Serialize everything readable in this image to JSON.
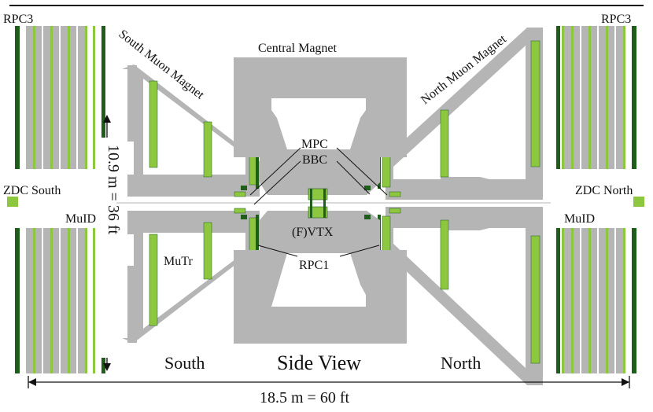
{
  "labels": {
    "rpc3_left": "RPC3",
    "rpc3_right": "RPC3",
    "south_muon_magnet": "South Muon Magnet",
    "north_muon_magnet": "North Muon Magnet",
    "central_magnet": "Central Magnet",
    "mpc": "MPC",
    "bbc": "BBC",
    "fvtx": "(F)VTX",
    "rpc1": "RPC1",
    "zdc_south": "ZDC South",
    "zdc_north": "ZDC North",
    "muid_left": "MuID",
    "muid_right": "MuID",
    "mutr": "MuTr",
    "height_dimension": "10.9 m = 36 ft",
    "width_dimension": "18.5 m = 60 ft",
    "south": "South",
    "side_view": "Side View",
    "north": "North"
  },
  "colors": {
    "gray": "#b5b5b5",
    "light_green": "#8dc63f",
    "dark_green": "#1f5e1a",
    "line": "#111111"
  }
}
